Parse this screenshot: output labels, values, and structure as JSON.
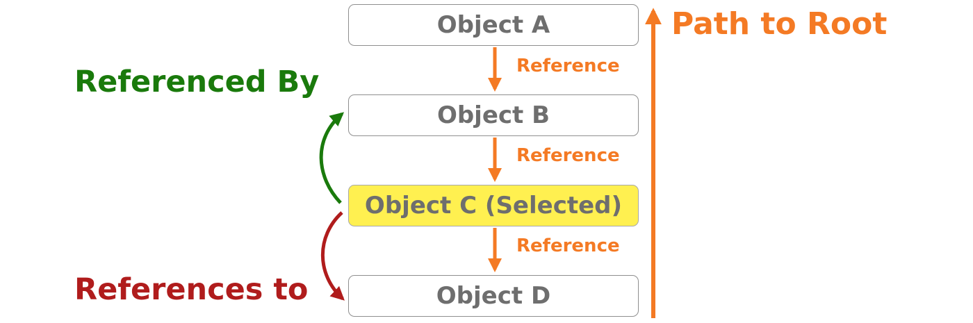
{
  "objects": {
    "a": "Object A",
    "b": "Object B",
    "c": "Object C (Selected)",
    "d": "Object D"
  },
  "reference_labels": [
    "Reference",
    "Reference",
    "Reference"
  ],
  "path_to_root": "Path to Root",
  "referenced_by": "Referenced By",
  "references_to": "References to",
  "colors": {
    "orange": "#f47a24",
    "green": "#1a7a0c",
    "red": "#b01c1c",
    "selected_fill": "#fff050",
    "box_text": "#6e6e6e",
    "box_border": "#8e8e8e"
  }
}
